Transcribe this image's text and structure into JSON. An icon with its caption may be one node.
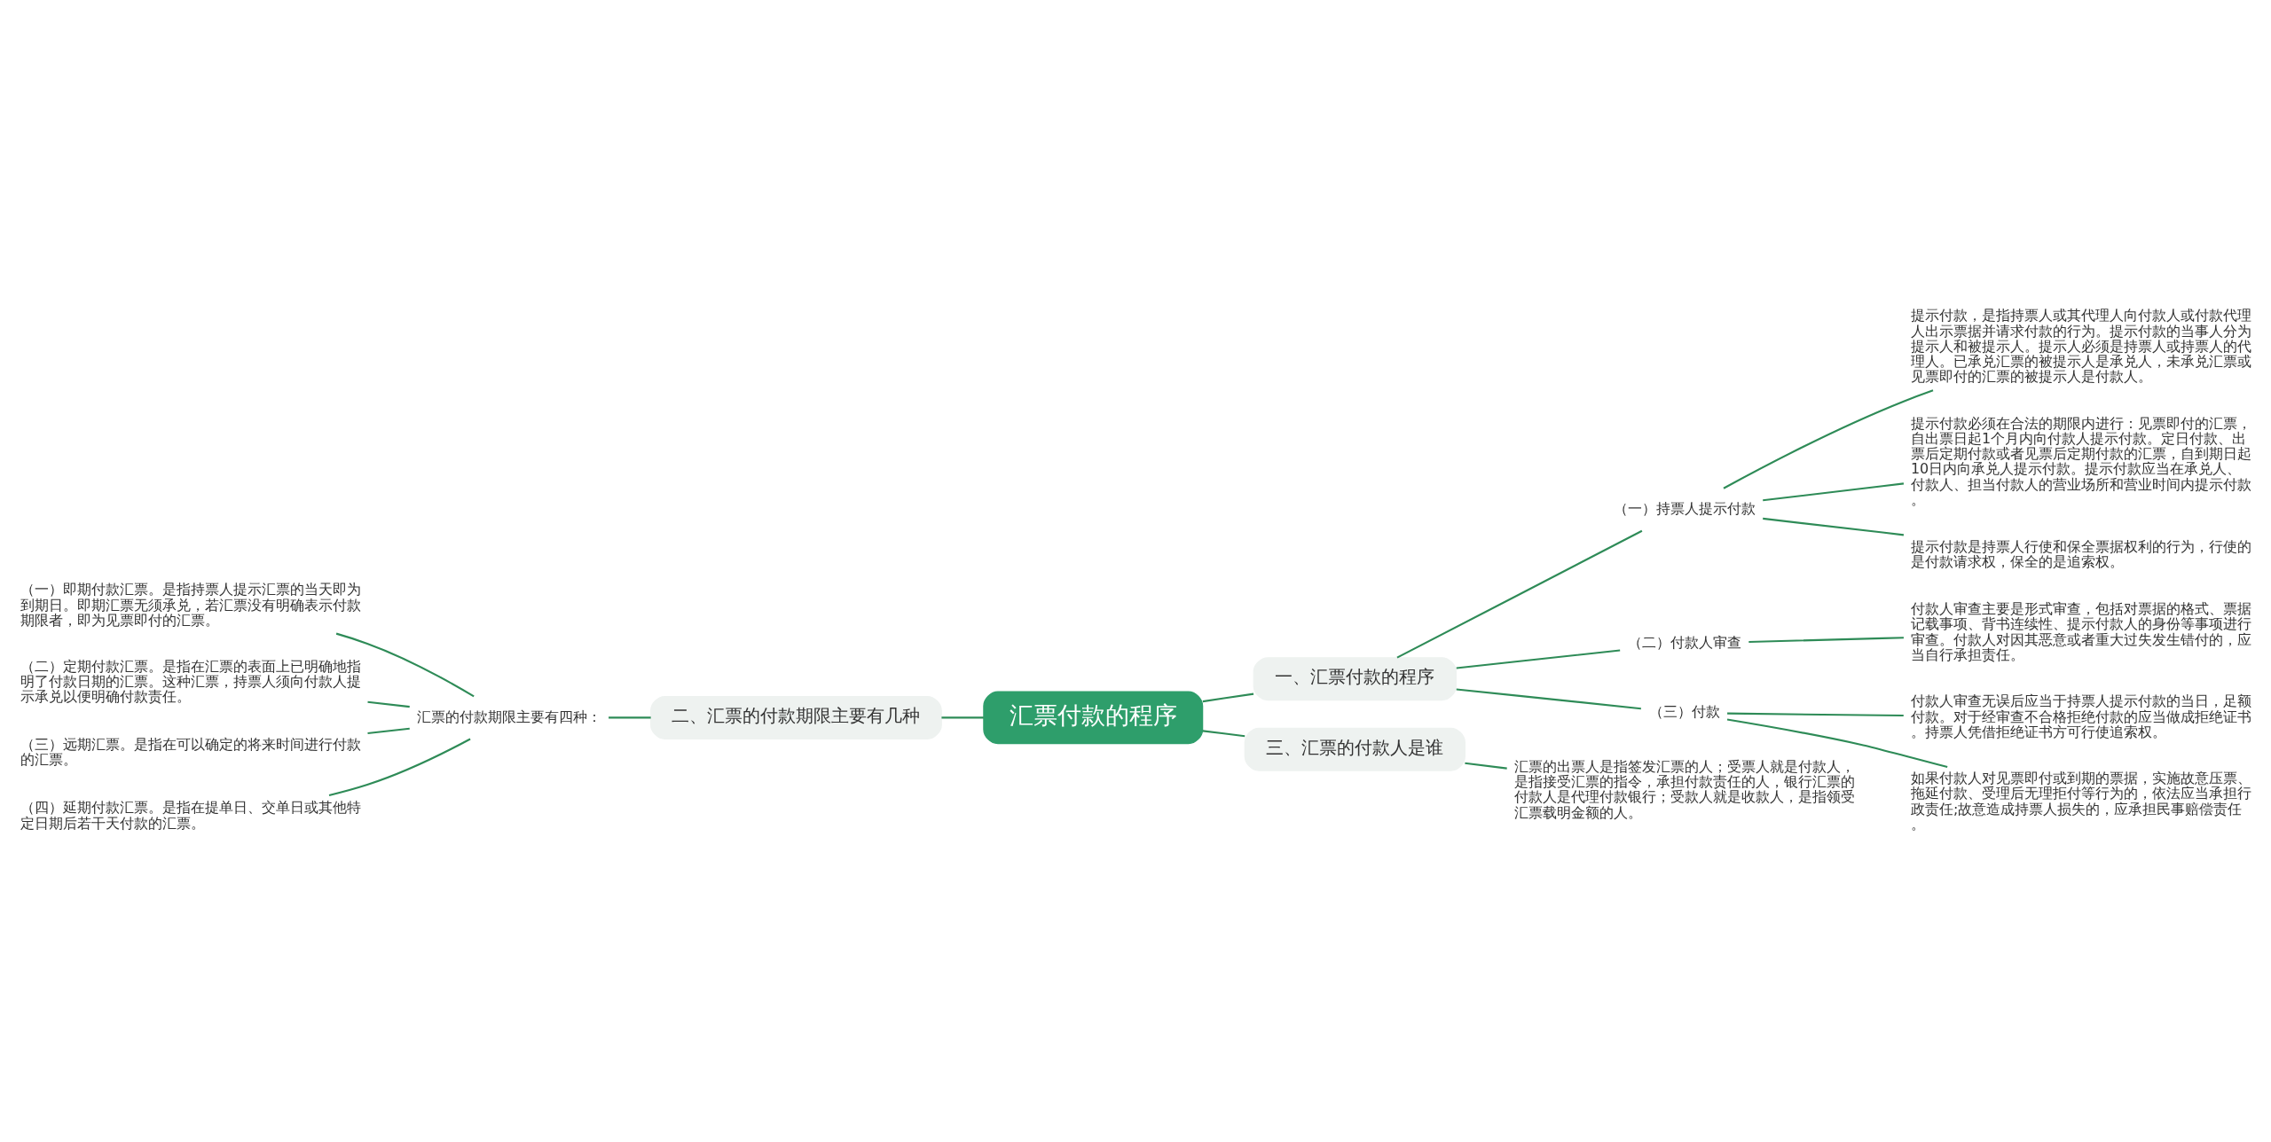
{
  "diagram": {
    "nodes": [
      {
        "text": [
          "汇票付款的程序"
        ]
      },
      {
        "text": [
          "一、汇票付款的程序"
        ]
      },
      {
        "text": [
          "（一）持票人提示付款"
        ]
      },
      {
        "text": [
          "提示付款，是指持票人或其代理人向付款人或付款代理人出示票据并请求付款的行为。提示付款的当事人分为提示人和被提示人。提示人必须是持票人或持票人的代理人。已承兑汇票的被提示人是承兑人，未承兑汇票或见票即付的汇票的被提示人是付款人。"
        ]
      },
      {
        "text": [
          "提示付款必须在合法的期限内进行：见票即付的汇票，自出票日起1个月内向付款人提示付款。定日付款、出票后定期付款或者见票后定期付款的汇票，自到期日起10日内向承兑人提示付款。提示付款应当在承兑人、付款人、担当付款人的营业场所和营业时间内提示付款。"
        ]
      },
      {
        "text": [
          "提示付款是持票人行使和保全票据权利的行为，行使的是付款请求权，保全的是追索权。"
        ]
      },
      {
        "text": [
          "（二）付款人审查"
        ]
      },
      {
        "text": [
          "付款人审查主要是形式审查，包括对票据的格式、票据记载事项、背书连续性、提示付款人的身份等事项进行审查。付款人对因其恶意或者重大过失发生错付的，应当自行承担责任。"
        ]
      },
      {
        "text": [
          "（三）付款"
        ]
      },
      {
        "text": [
          "付款人审查无误后应当于持票人提示付款的当日，足额付款。对于经审查不合格拒绝付款的应当做成拒绝证书。持票人凭借拒绝证书方可行使追索权。"
        ]
      },
      {
        "text": [
          "如果付款人对见票即付或到期的票据，实施故意压票、拖延付款、受理后无理拒付等行为的，依法应当承担行政责任;故意造成持票人损失的，应承担民事赔偿责任。"
        ]
      },
      {
        "text": [
          "三、汇票的付款人是谁"
        ]
      },
      {
        "text": [
          "汇票的出票人是指签发汇票的人；受票人就是付款人，是指接受汇票的指令，承担付款责任的人，银行汇票的付款人是代理付款银行；受款人就是收款人，是指领受汇票载明金额的人。"
        ]
      },
      {
        "text": [
          "二、汇票的付款期限主要有几种"
        ]
      },
      {
        "text": [
          "汇票的付款期限主要有四种："
        ]
      },
      {
        "text": [
          "（一）即期付款汇票。是指持票人提示汇票的当天即为到期日。即期汇票无须承兑，若汇票没有明确表示付款期限者，即为见票即付的汇票。"
        ]
      },
      {
        "text": [
          "（二）定期付款汇票。是指在汇票的表面上已明确地指明了付款日期的汇票。这种汇票，持票人须向付款人提示承兑以便明确付款责任。"
        ]
      },
      {
        "text": [
          "（三）远期汇票。是指在可以确定的将来时间进行付款的汇票。"
        ]
      },
      {
        "text": [
          "（四）延期付款汇票。是指在提单日、交单日或其他特定日期后若干天付款的汇票。"
        ]
      }
    ],
    "edges": [
      {
        "from": 0,
        "to": 1,
        "arrow": "none"
      },
      {
        "from": 1,
        "to": 2,
        "arrow": "none"
      },
      {
        "from": 2,
        "to": 3,
        "arrow": "none"
      },
      {
        "from": 2,
        "to": 4,
        "arrow": "none"
      },
      {
        "from": 2,
        "to": 5,
        "arrow": "none"
      },
      {
        "from": 1,
        "to": 6,
        "arrow": "none"
      },
      {
        "from": 6,
        "to": 7,
        "arrow": "none"
      },
      {
        "from": 1,
        "to": 8,
        "arrow": "none"
      },
      {
        "from": 8,
        "to": 9,
        "arrow": "none"
      },
      {
        "from": 8,
        "to": 10,
        "arrow": "none"
      },
      {
        "from": 0,
        "to": 11,
        "arrow": "none"
      },
      {
        "from": 11,
        "to": 12,
        "arrow": "none"
      },
      {
        "from": 0,
        "to": 13,
        "arrow": "none"
      },
      {
        "from": 13,
        "to": 14,
        "arrow": "none"
      },
      {
        "from": 14,
        "to": 15,
        "arrow": "none"
      },
      {
        "from": 14,
        "to": 16,
        "arrow": "none"
      },
      {
        "from": 14,
        "to": 17,
        "arrow": "none"
      },
      {
        "from": 14,
        "to": 18,
        "arrow": "none"
      }
    ]
  }
}
